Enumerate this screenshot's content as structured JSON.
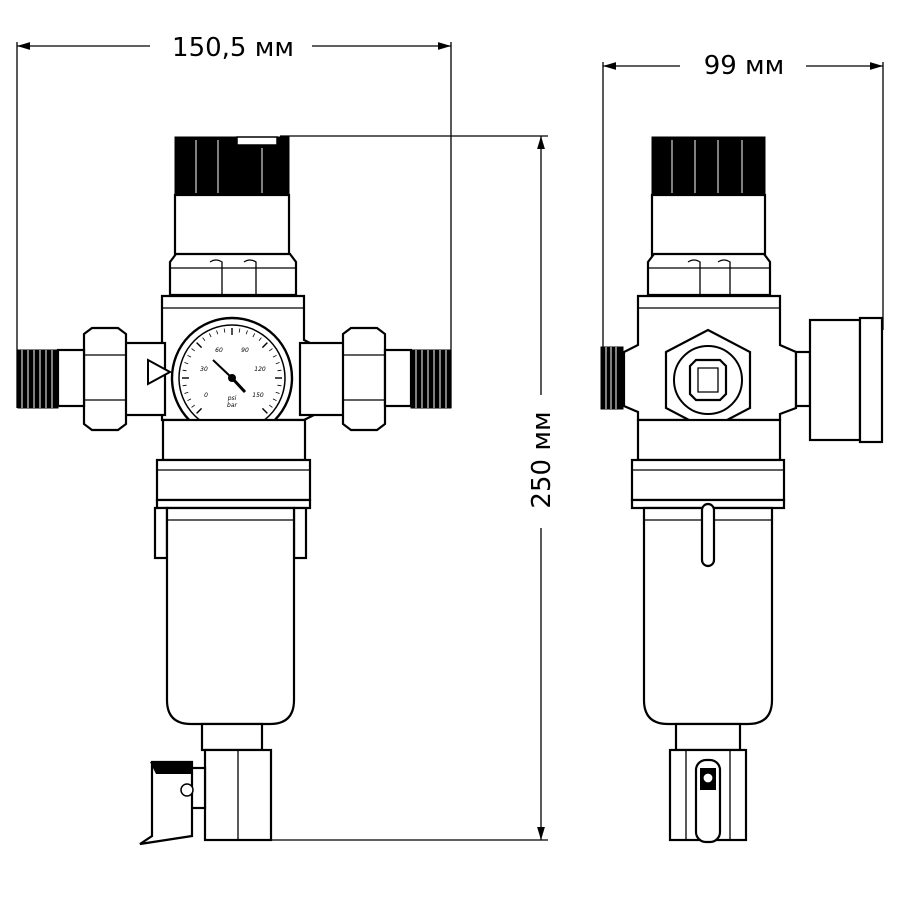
{
  "dimensions": {
    "width_front": "150,5 мм",
    "width_side": "99 мм",
    "height": "250 мм"
  },
  "gauge": {
    "scale_labels": [
      "0",
      "30",
      "60",
      "90",
      "120",
      "150"
    ],
    "unit_top": "psi",
    "unit_bottom": "bar"
  },
  "icons": {
    "flow_direction": "triangle-arrow-icon",
    "pressure_gauge": "gauge-icon",
    "drain_valve": "valve-handle-icon"
  }
}
